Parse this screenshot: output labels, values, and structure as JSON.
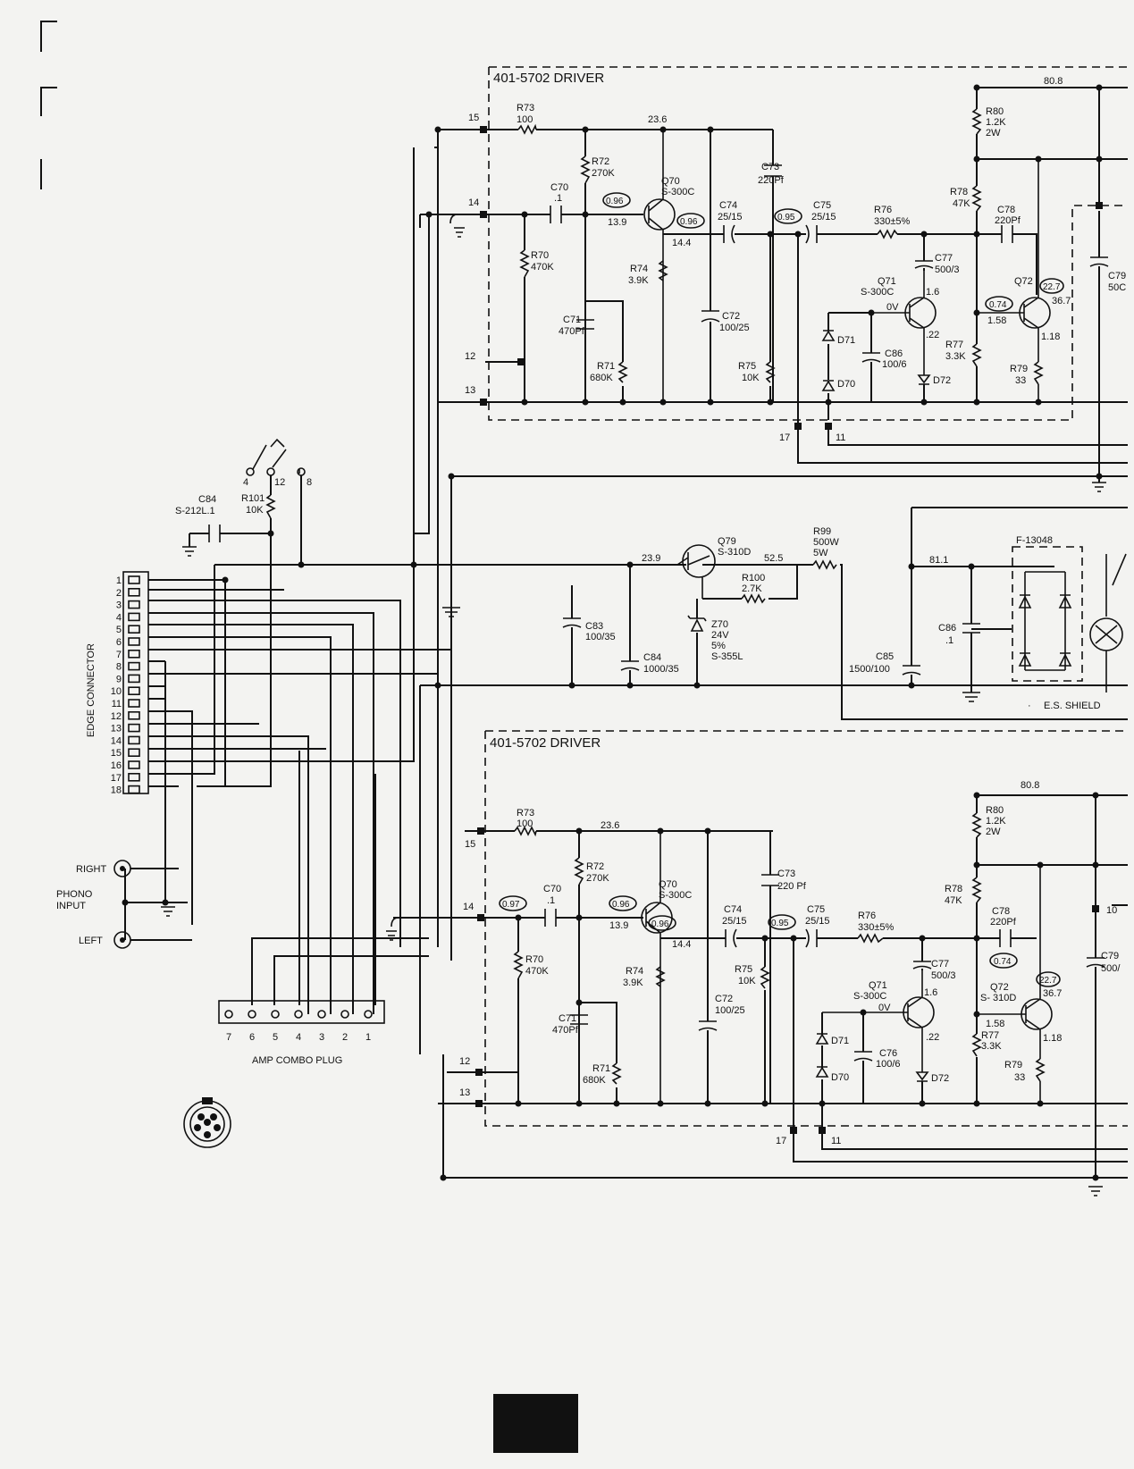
{
  "blocks": {
    "top_title": "401-5702  DRIVER",
    "bottom_title": "401-5702  DRIVER"
  },
  "nets": {
    "top_v1": "80.8",
    "top_v2": "23.6",
    "bot_v1": "80.8",
    "bot_v2": "23.6",
    "ps_v1": "23.9",
    "ps_v2": "52.5",
    "ps_v3": "81.1"
  },
  "top": {
    "r73": "R73",
    "r73v": "100",
    "r72": "R72",
    "r72v": "270K",
    "c70": "C70",
    "c70v": ".1",
    "q70": "Q70",
    "q70v": "S-300C",
    "c73": "C73",
    "c73v": "220Pf",
    "c74": "C74",
    "c74v": "25/15",
    "c75": "C75",
    "c75v": "25/15",
    "r76": "R76",
    "r76v": "330±5%",
    "r80": "R80",
    "r80v1": "1.2K",
    "r80v2": "2W",
    "r78": "R78",
    "r78v": "47K",
    "c78": "C78",
    "c78v": "220Pf",
    "r70": "R70",
    "r70v": "470K",
    "r74": "R74",
    "r74v": "3.9K",
    "c77": "C77",
    "c77v": "500/3",
    "q71": "Q71",
    "q71v": "S-300C",
    "q72": "Q72",
    "c79": "C79",
    "c79v": "50C",
    "c71": "C71",
    "c71v": "470Pf",
    "c72": "C72",
    "c72v": "100/25",
    "r71": "R71",
    "r71v": "680K",
    "r75": "R75",
    "r75v": "10K",
    "r77": "R77",
    "r77v": "3.3K",
    "r79": "R79",
    "r79v": "33",
    "c86": "C86",
    "c86v": "100/6",
    "d70": "D70",
    "d71": "D71",
    "d72": "D72",
    "b0": "0.96",
    "b1": "0.96",
    "b2": "0.95",
    "b3": "0.74",
    "b4": "22.7",
    "v139": "13.9",
    "v144": "14.4",
    "v16": "1.6",
    "v0": "0V",
    "v22": ".22",
    "v158": "1.58",
    "v367": "36.7",
    "v118": "1.18",
    "p15": "15",
    "p14": "14",
    "p12": "12",
    "p13": "13",
    "p17": "17",
    "p11": "11"
  },
  "bottom": {
    "r73": "R73",
    "r73v": "100",
    "r72": "R72",
    "r72v": "270K",
    "c70": "C70",
    "c70v": ".1",
    "q70": "Q70",
    "q70v": "S-300C",
    "c73": "C73",
    "c73v": "220 Pf",
    "c74": "C74",
    "c74v": "25/15",
    "c75": "C75",
    "c75v": "25/15",
    "r76": "R76",
    "r76v": "330±5%",
    "r80": "R80",
    "r80v1": "1.2K",
    "r80v2": "2W",
    "r78": "R78",
    "r78v": "47K",
    "c78": "C78",
    "c78v": "220Pf",
    "r70": "R70",
    "r70v": "470K",
    "r74": "R74",
    "r74v": "3.9K",
    "c77": "C77",
    "c77v": "500/3",
    "q71": "Q71",
    "q71v": "S-300C",
    "q72": "Q72",
    "q72v": "S- 310D",
    "c79": "C79",
    "c79v": "500/",
    "c71": "C71",
    "c71v": "470Pf",
    "c72": "C72",
    "c72v": "100/25",
    "r71": "R71",
    "r71v": "680K",
    "r75": "R75",
    "r75v": "10K",
    "r77": "R77",
    "r77v": "3.3K",
    "r79": "R79",
    "r79v": "33",
    "c76": "C76",
    "c76v": "100/6",
    "d70": "D70",
    "d71": "D71",
    "d72": "D72",
    "b0": "0.97",
    "b1": "0.96",
    "b2": "0.96",
    "b3": "0.95",
    "b4": "0.74",
    "b5": "22.7",
    "v139": "13.9",
    "v144": "14.4",
    "v16": "1.6",
    "v0": "0V",
    "v22": ".22",
    "v158": "1.58",
    "v367": "36.7",
    "v118": "1.18",
    "p15": "15",
    "p14": "14",
    "p12": "12",
    "p13": "13",
    "p17": "17",
    "p11": "11",
    "p10": "10"
  },
  "ps": {
    "q79": "Q79",
    "q79v": "S-310D",
    "r99": "R99",
    "r99v1": "500W",
    "r99v2": "5W",
    "r100": "R100",
    "r100v": "2.7K",
    "z70": "Z70",
    "z70v1": "24V",
    "z70v2": "5%",
    "z70v3": "S-355L",
    "c83": "C83",
    "c83v": "100/35",
    "c84": "C84",
    "c84v": "1000/35",
    "c85": "C85",
    "c85v": "1500/100",
    "c86": "C86",
    "c86v": ".1",
    "f": "F-13048",
    "shield": "E.S. SHIELD"
  },
  "left": {
    "c84": "C84",
    "c84v": "S-212L.1",
    "r101": "R101",
    "r101v": "10K",
    "sw4": "4",
    "sw12": "12",
    "sw8": "8",
    "edge": "EDGE CONNECTOR",
    "edge_pins": [
      "1",
      "2",
      "3",
      "4",
      "5",
      "6",
      "7",
      "8",
      "9",
      "10",
      "11",
      "12",
      "13",
      "14",
      "15",
      "16",
      "17",
      "18"
    ],
    "right": "RIGHT",
    "phono1": "PHONO",
    "phono2": "INPUT",
    "left_lbl": "LEFT",
    "plug": "AMP COMBO PLUG",
    "plug_pins": [
      "7",
      "6",
      "5",
      "4",
      "3",
      "2",
      "1"
    ]
  }
}
